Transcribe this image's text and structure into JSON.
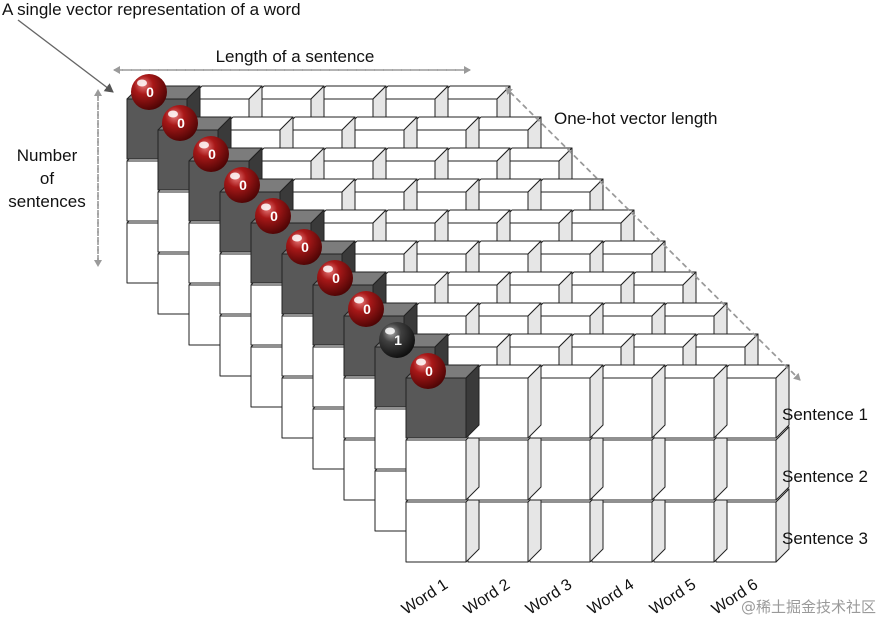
{
  "diagram": {
    "top_annotation": "A single vector representation of a word",
    "x_axis_label": "Length of a sentence",
    "depth_axis_label": "One-hot vector length",
    "y_axis_label_lines": [
      "Number",
      "of",
      "sentences"
    ],
    "sentence_labels": [
      "Sentence 1",
      "Sentence 2",
      "Sentence 3"
    ],
    "word_labels": [
      "Word 1",
      "Word 2",
      "Word 3",
      "Word 4",
      "Word 5",
      "Word 6"
    ],
    "one_hot_vector": [
      "0",
      "0",
      "0",
      "0",
      "0",
      "0",
      "0",
      "0",
      "1",
      "0"
    ],
    "colors": {
      "highlight_front": "#585858",
      "highlight_top": "#7c7c7c",
      "highlight_side": "#3a3a3a",
      "ball_red": "#8b1010",
      "ball_dark": "#2e2e2e",
      "arrow_gray": "#9a9a9a"
    }
  },
  "watermark": "@稀土掘金技术社区"
}
